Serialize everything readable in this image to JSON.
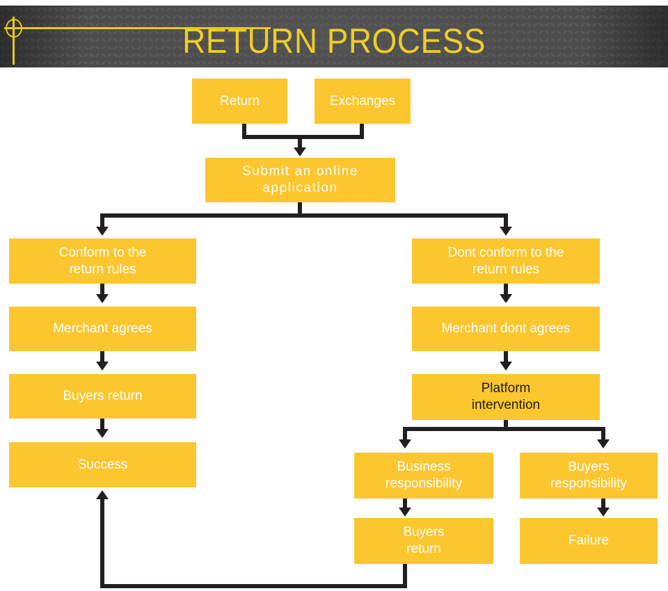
{
  "header": {
    "title": "RETURN PROCESS",
    "accent_color": "#eecd26",
    "band_color": "#3b3b3b"
  },
  "theme": {
    "node_fill": "#fbc62e",
    "node_text": "#ffffff",
    "node_text_dark": "#1d1d1b",
    "connector_color": "#231f20",
    "page_background": "#ffffff"
  },
  "flow": {
    "nodes": [
      {
        "id": "return",
        "label": "Return"
      },
      {
        "id": "exchanges",
        "label": "Exchanges"
      },
      {
        "id": "submit-application",
        "label": "Submit an online\napplication"
      },
      {
        "id": "conform-rules",
        "label": "Conform to the\nreturn rules"
      },
      {
        "id": "merchant-agrees",
        "label": "Merchant agrees"
      },
      {
        "id": "buyers-return-left",
        "label": "Buyers return"
      },
      {
        "id": "success",
        "label": "Success"
      },
      {
        "id": "dont-conform-rules",
        "label": "Dont conform to the\nreturn rules"
      },
      {
        "id": "merchant-dont-agrees",
        "label": "Merchant dont agrees"
      },
      {
        "id": "platform-intervention",
        "label": "Platform\nintervention"
      },
      {
        "id": "business-responsibility",
        "label": "Business\nresponsibility"
      },
      {
        "id": "buyers-responsibility",
        "label": "Buyers\nresponsibility"
      },
      {
        "id": "buyers-return-right",
        "label": "Buyers\nreturn"
      },
      {
        "id": "failure",
        "label": "Failure"
      }
    ]
  }
}
